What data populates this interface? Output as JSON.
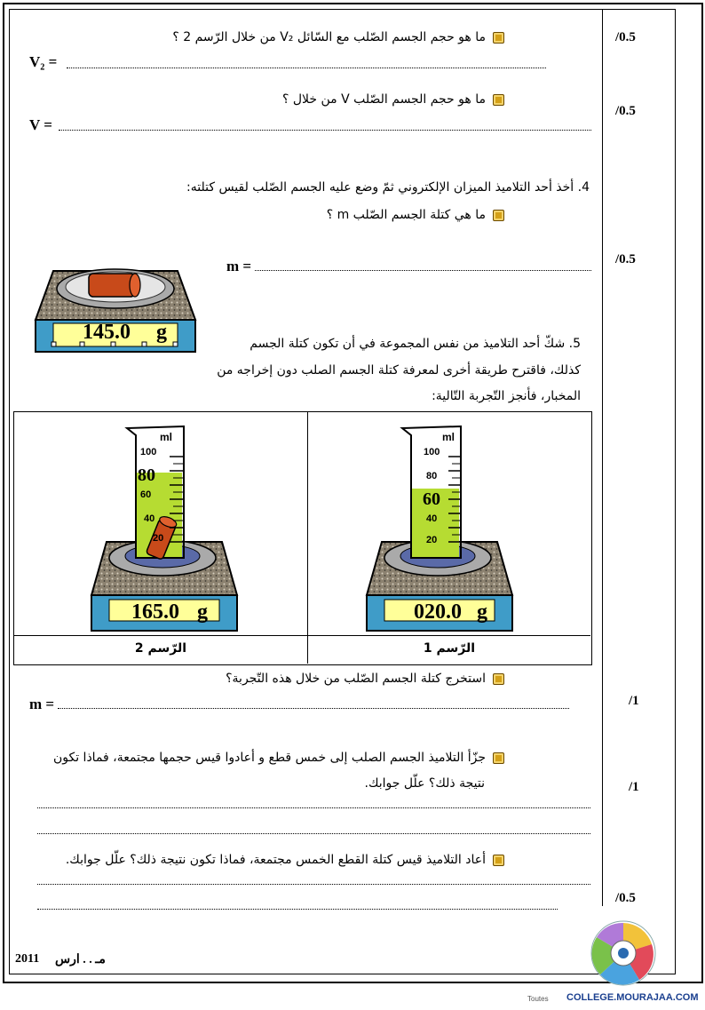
{
  "scores": [
    "/0.5",
    "/0.5",
    "/0.5",
    "/1",
    "/1",
    "/0.5"
  ],
  "q_v2": {
    "text": "ما هو حجم الجسم الصّلب مع السّائل V₂ من خلال الرّسم 2 ؟",
    "label": "V₂ ="
  },
  "q_v": {
    "text": "ما هو حجم الجسم الصّلب V من خلال ؟",
    "label": "V ="
  },
  "q4": {
    "line1": "4. أخذ أحد التلاميذ الميزان الإلكتروني ثمّ وضع عليه الجسم الصّلب لقيس كتلته:",
    "line2": "ما هي كتلة الجسم الصّلب m ؟",
    "label": "m ="
  },
  "scale_top": {
    "reading": "145.0",
    "unit": "g"
  },
  "q5": {
    "line1": "5. شكّ أحد التلاميذ من نفس المجموعة في أن تكون كتلة الجسم",
    "line2": "كذلك، فاقترح طريقة أخرى لمعرفة كتلة الجسم الصلب دون إخراجه من",
    "line3": "المخبار، فأنجز التّجربة التّالية:"
  },
  "drawing1": {
    "caption": "الرّسم 1",
    "unit_label": "ml",
    "ticks": [
      "100",
      "80",
      "60",
      "40",
      "20"
    ],
    "level_label": "60",
    "scale_reading": "020.0",
    "scale_unit": "g"
  },
  "drawing2": {
    "caption": "الرّسم 2",
    "unit_label": "ml",
    "ticks": [
      "100",
      "60",
      "40",
      "20"
    ],
    "level_label": "80",
    "scale_reading": "165.0",
    "scale_unit": "g"
  },
  "q_extract": {
    "text": "استخرج كتلة الجسم الصّلب من خلال هذه التّجربة؟",
    "label": "m ="
  },
  "q_split": {
    "line1": "جزّأ التلاميذ الجسم الصلب إلى خمس قطع و أعادوا قيس حجمها مجتمعة، فماذا تكون",
    "line2": "نتيجة ذلك؟ علّل جوابك."
  },
  "q_mass5": {
    "text": "أعاد التلاميذ قيس كتلة القطع الخمس مجتمعة، فماذا تكون نتيجة ذلك؟ علّل جوابك."
  },
  "footer": {
    "year": "2011",
    "month": "مـ . . ارس"
  },
  "watermark": {
    "site": "COLLEGE.MOURAJAA.COM",
    "small": "Toutes"
  }
}
